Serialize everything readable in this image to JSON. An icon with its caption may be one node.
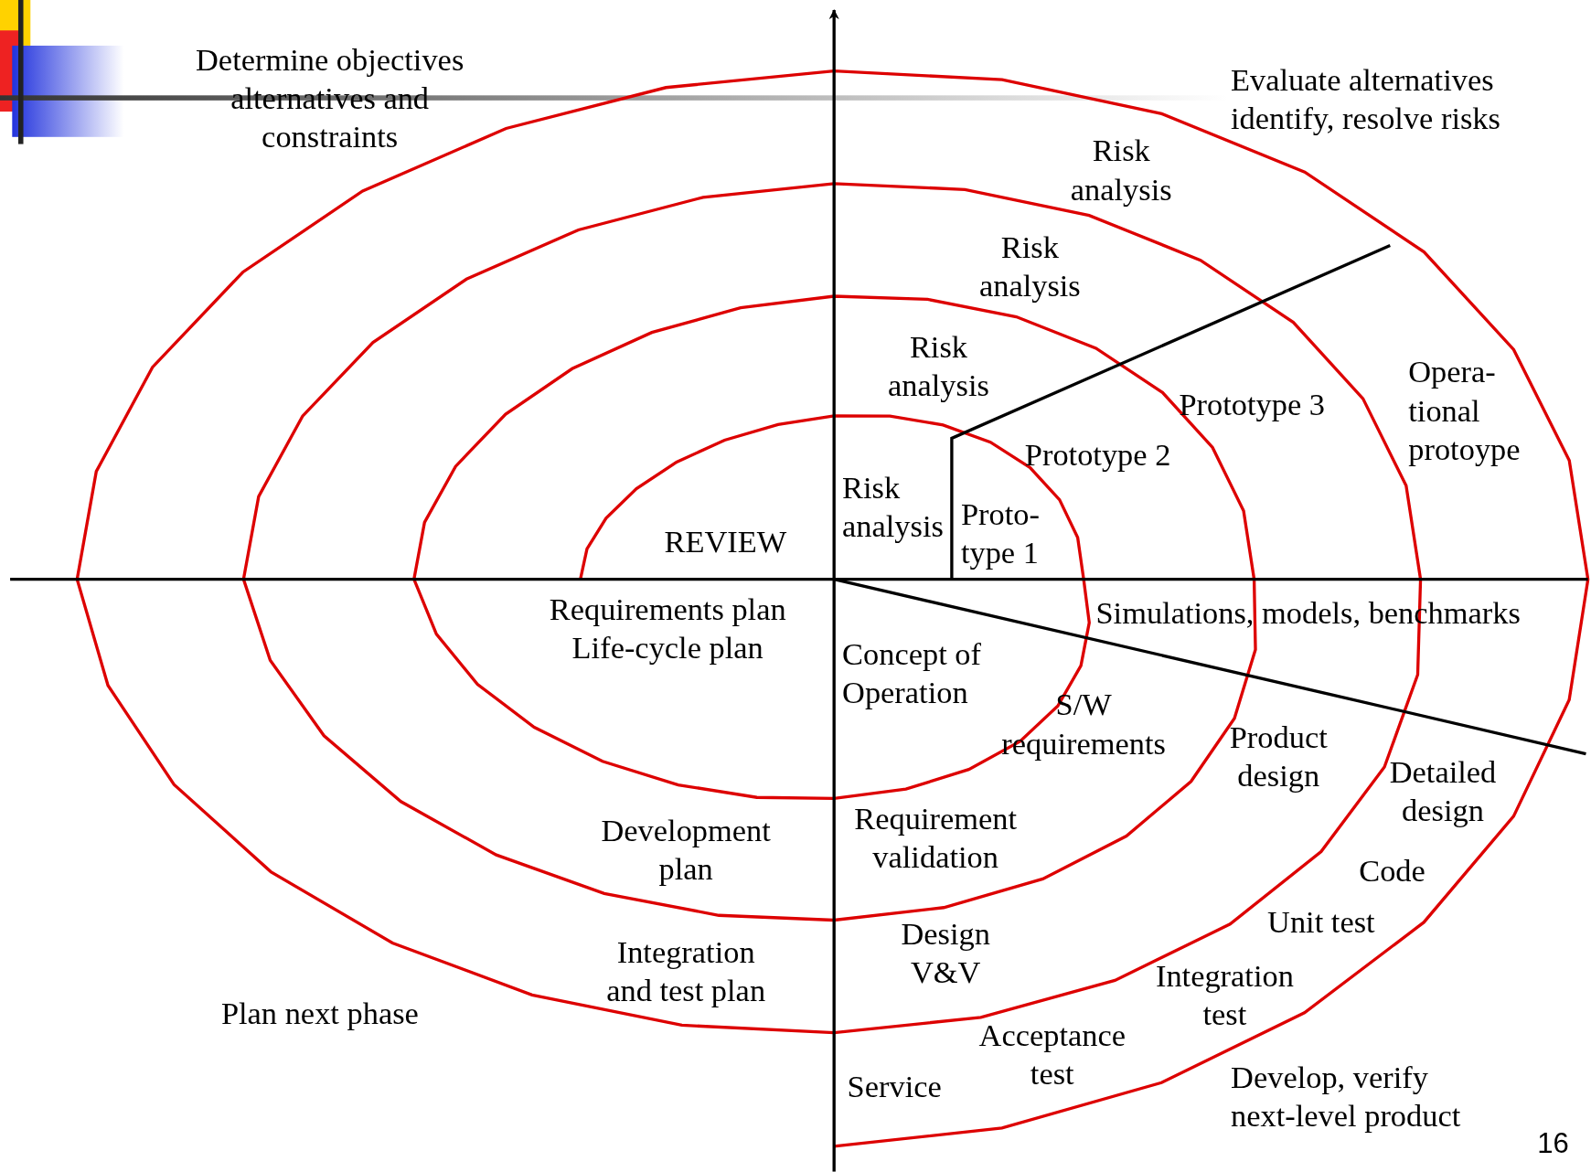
{
  "diagram": {
    "labels": [
      "Determine objectives alternatives and constraints",
      "Evaluate alternatives identify, resolve risks",
      "Risk analysis",
      "Risk analysis",
      "Risk analysis",
      "Opera- tional protoype",
      "Prototype 3",
      "Prototype 2",
      "Risk analysis",
      "Proto- type 1",
      "REVIEW",
      "Requirements plan Life-cycle plan",
      "Simulations, models, benchmarks",
      "Concept of Operation",
      "S/W requirements",
      "Product design",
      "Detailed design",
      "Development plan",
      "Requirement validation",
      "Code",
      "Unit test",
      "Design V&V",
      "Integration and test plan",
      "Integration test",
      "Plan next phase",
      "Acceptance test",
      "Service",
      "Develop, verify next-level product",
      "16"
    ]
  }
}
